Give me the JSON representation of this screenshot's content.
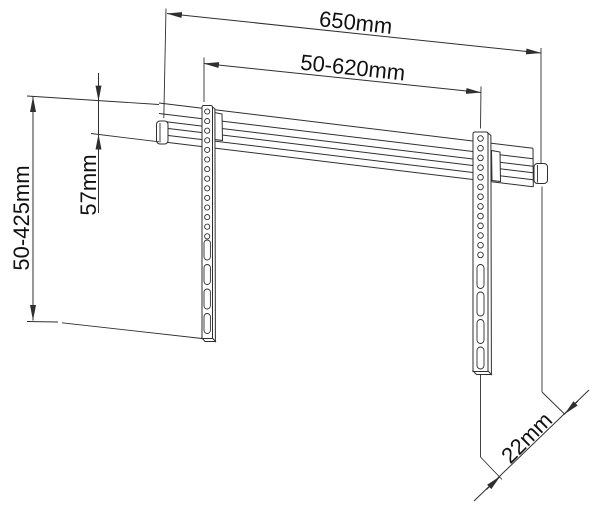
{
  "diagram": {
    "type": "technical-dimension-drawing",
    "subject": "flat-panel TV wall mount bracket with horizontal rail and two vertical VESA arms",
    "colors": {
      "background": "#ffffff",
      "line": "#2f2f2f",
      "text": "#111111"
    },
    "dimensions": {
      "total_rail_width": "650mm",
      "mounting_width_range": "50-620mm",
      "rail_profile_height": "57mm",
      "mounting_height_range": "50-425mm",
      "wall_depth": "22mm"
    }
  }
}
